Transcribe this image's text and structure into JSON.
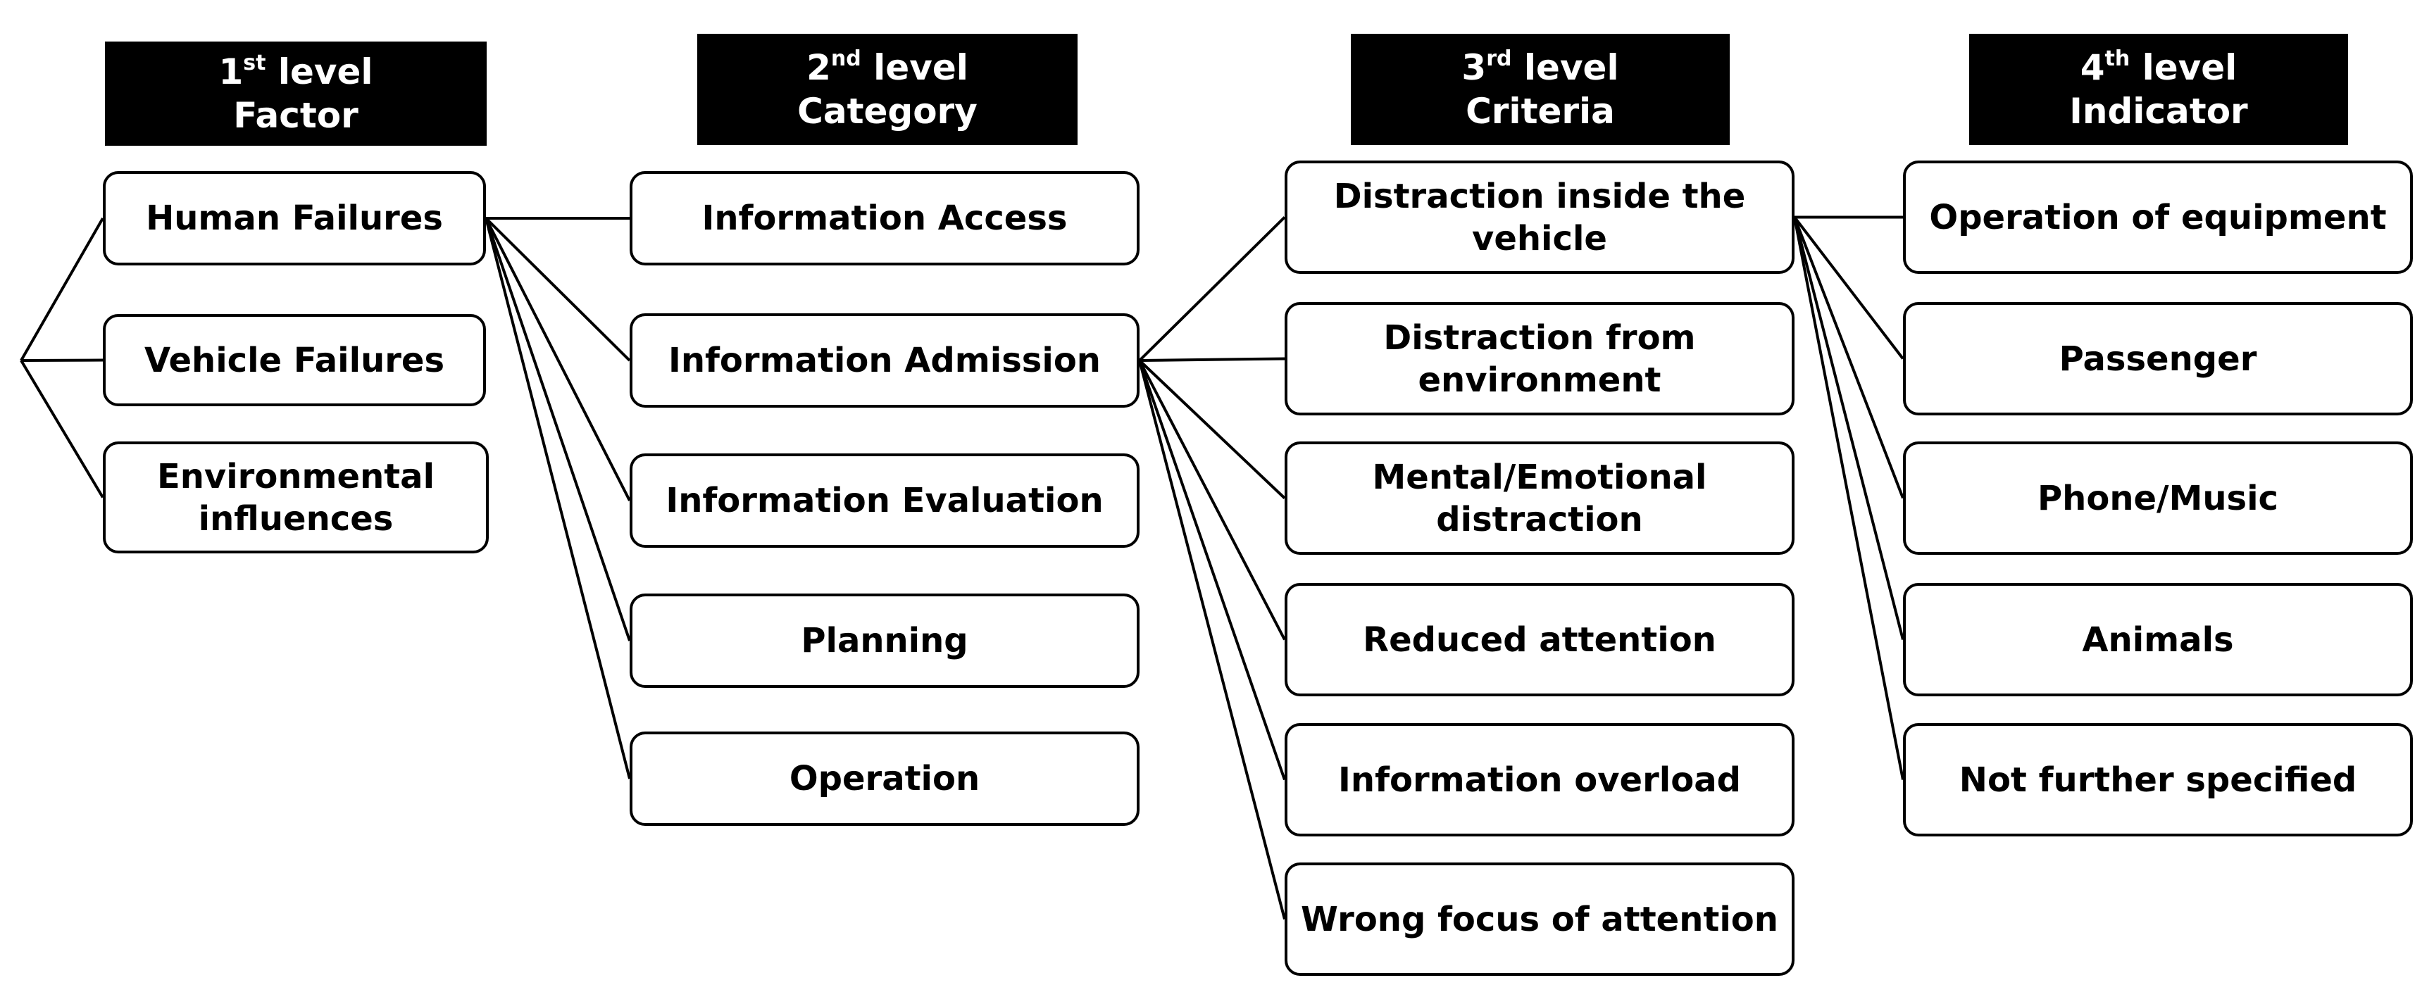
{
  "headers": [
    {
      "ordinal": "1",
      "suffix": "st",
      "word": "level",
      "name": "Factor"
    },
    {
      "ordinal": "2",
      "suffix": "nd",
      "word": "level",
      "name": "Category"
    },
    {
      "ordinal": "3",
      "suffix": "rd",
      "word": "level",
      "name": "Criteria"
    },
    {
      "ordinal": "4",
      "suffix": "th",
      "word": "level",
      "name": "Indicator"
    }
  ],
  "factors": [
    "Human Failures",
    "Vehicle Failures",
    "Environmental influences"
  ],
  "categories": [
    "Information Access",
    "Information Admission",
    "Information Evaluation",
    "Planning",
    "Operation"
  ],
  "criteria": [
    "Distraction inside the vehicle",
    "Distraction from environment",
    "Mental/Emotional distraction",
    "Reduced attention",
    "Information overload",
    "Wrong focus of attention"
  ],
  "indicators": [
    "Operation of equipment",
    "Passenger",
    "Phone/Music",
    "Animals",
    "Not further specified"
  ],
  "links": [
    {
      "from": "root",
      "to": "factors.0"
    },
    {
      "from": "root",
      "to": "factors.1"
    },
    {
      "from": "root",
      "to": "factors.2"
    },
    {
      "from": "factors.0",
      "to": "categories.0"
    },
    {
      "from": "factors.0",
      "to": "categories.1"
    },
    {
      "from": "factors.0",
      "to": "categories.2"
    },
    {
      "from": "factors.0",
      "to": "categories.3"
    },
    {
      "from": "factors.0",
      "to": "categories.4"
    },
    {
      "from": "categories.1",
      "to": "criteria.0"
    },
    {
      "from": "categories.1",
      "to": "criteria.1"
    },
    {
      "from": "categories.1",
      "to": "criteria.2"
    },
    {
      "from": "categories.1",
      "to": "criteria.3"
    },
    {
      "from": "categories.1",
      "to": "criteria.4"
    },
    {
      "from": "categories.1",
      "to": "criteria.5"
    },
    {
      "from": "criteria.0",
      "to": "indicators.0"
    },
    {
      "from": "criteria.0",
      "to": "indicators.1"
    },
    {
      "from": "criteria.0",
      "to": "indicators.2"
    },
    {
      "from": "criteria.0",
      "to": "indicators.3"
    },
    {
      "from": "criteria.0",
      "to": "indicators.4"
    }
  ]
}
